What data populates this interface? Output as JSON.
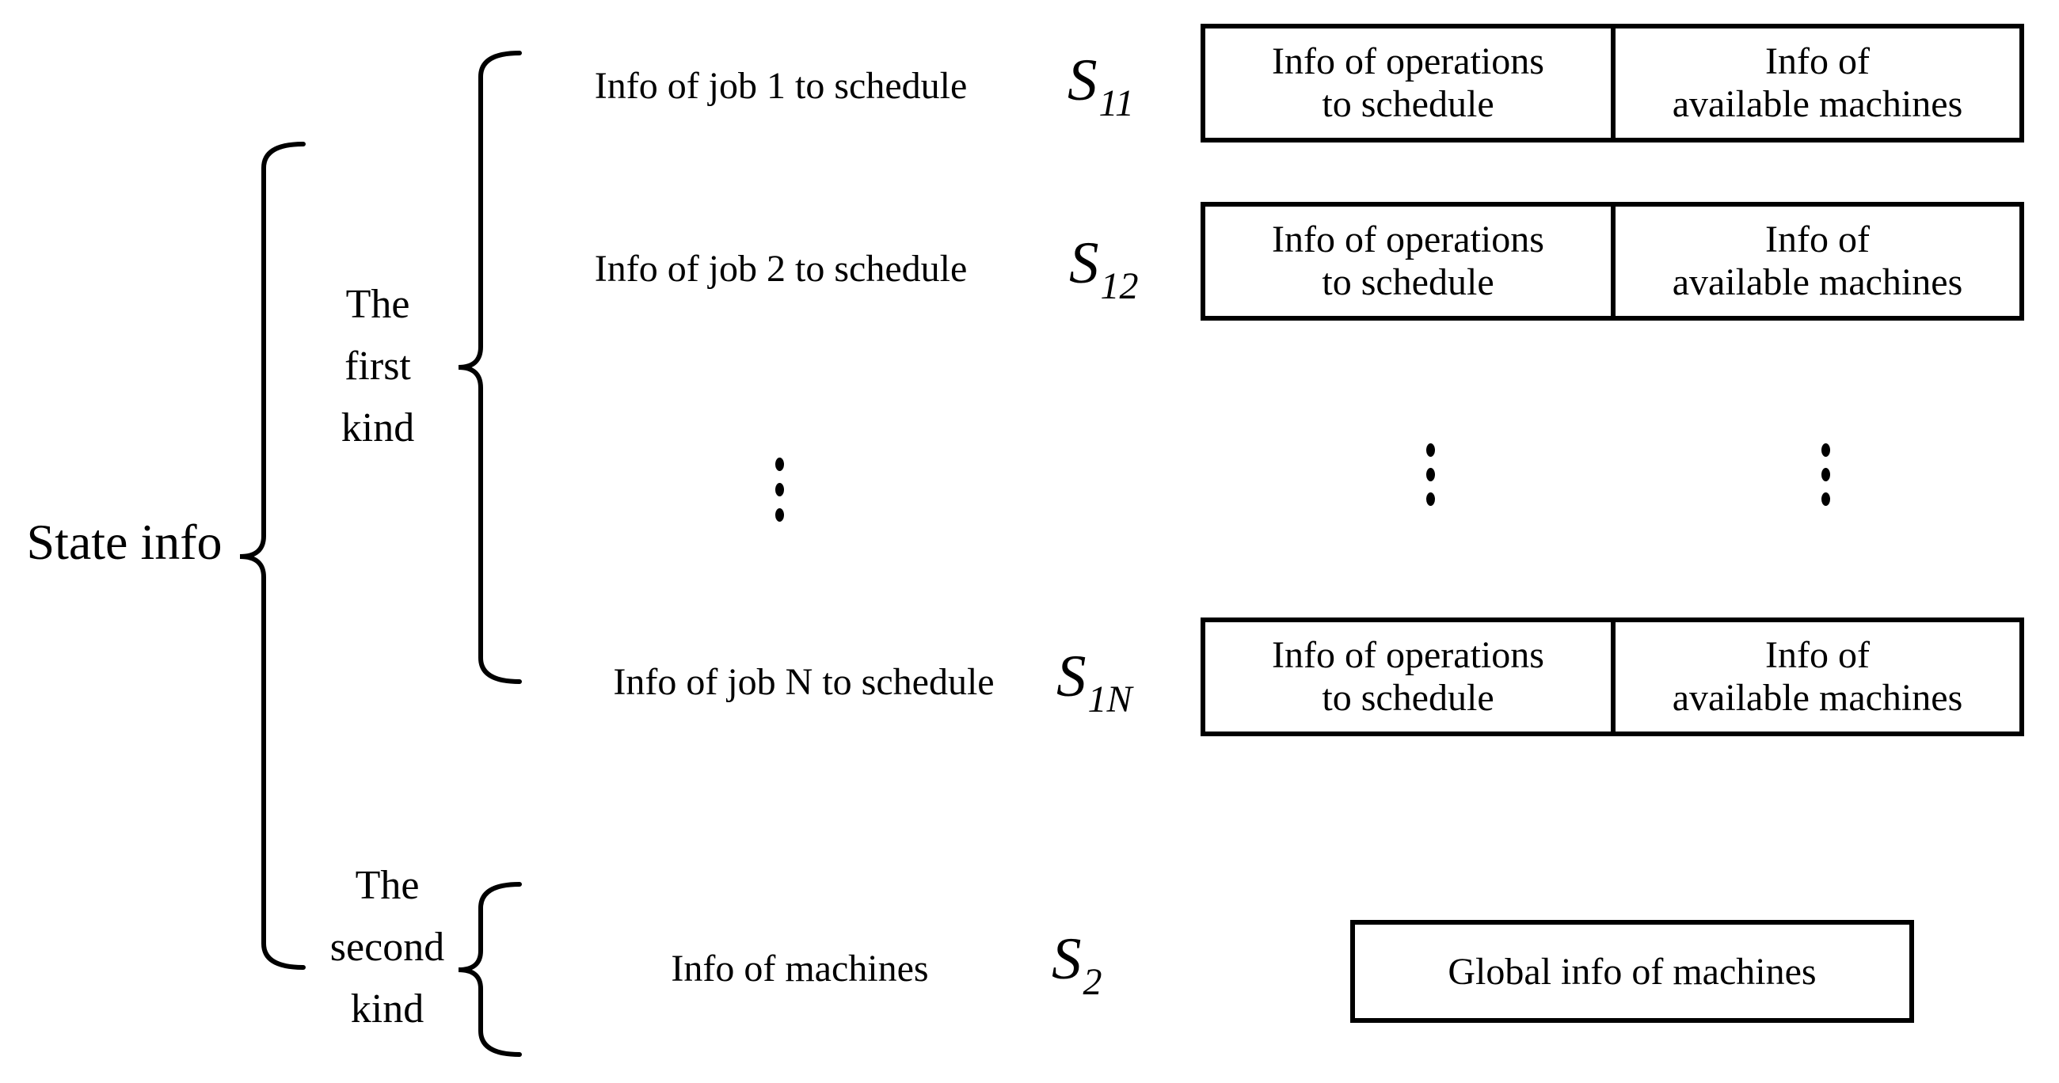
{
  "colors": {
    "ink": "#000000",
    "paper": "#ffffff"
  },
  "root": {
    "label": "State info"
  },
  "groups": {
    "first": {
      "line1": "The",
      "line2": "first",
      "line3": "kind"
    },
    "second": {
      "line1": "The",
      "line2": "second",
      "line3": "kind"
    }
  },
  "rows": [
    {
      "label": "Info of job 1 to schedule",
      "symbol_base": "S",
      "symbol_sub": "11",
      "left_line1": "Info of operations",
      "left_line2": "to schedule",
      "right_line1": "Info of",
      "right_line2": "available machines"
    },
    {
      "label": "Info of job 2 to schedule",
      "symbol_base": "S",
      "symbol_sub": "12",
      "left_line1": "Info of operations",
      "left_line2": "to schedule",
      "right_line1": "Info of",
      "right_line2": "available machines"
    },
    {
      "label": "Info of job N to schedule",
      "symbol_base": "S",
      "symbol_sub": "1N",
      "left_line1": "Info of operations",
      "left_line2": "to schedule",
      "right_line1": "Info of",
      "right_line2": "available machines"
    }
  ],
  "machines_row": {
    "label": "Info of machines",
    "symbol_base": "S",
    "symbol_sub": "2",
    "box_label": "Global info of machines"
  },
  "icons": {
    "vertical_ellipsis": "⋮"
  }
}
